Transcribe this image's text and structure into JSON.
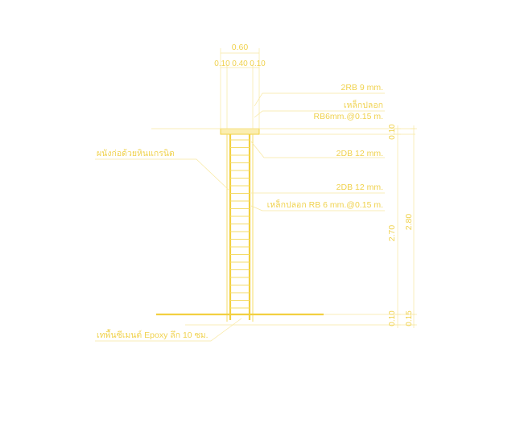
{
  "drawing": {
    "dims_top": {
      "total_width": "0.60",
      "parts": [
        "0.10",
        "0.40",
        "0.10"
      ]
    },
    "callouts_right": {
      "top_rebar": "2RB 9 mm.",
      "stirrup_top_label": "เหล็กปลอก",
      "stirrup_top_spec": "RB6mm.@0.15 m.",
      "main_bar_1": "2DB 12 mm.",
      "main_bar_2": "2DB 12 mm.",
      "stirrup_wall": "เหล็กปลอก RB 6 mm.@0.15 m."
    },
    "callouts_left": {
      "wall_label": "ผนังก่อด้วยหินแกรนิต",
      "floor_label": "เทพื้นซีเมนต์ Epoxy ลึก 10 ซม."
    },
    "dims_vertical": {
      "beam_depth": "0.10",
      "wall_height": "2.70",
      "total_height": "2.80",
      "base_depth": "0.10",
      "footing_depth": "0.15"
    },
    "colors": {
      "line": "#f5dc6a",
      "text": "#f0d24e"
    }
  }
}
